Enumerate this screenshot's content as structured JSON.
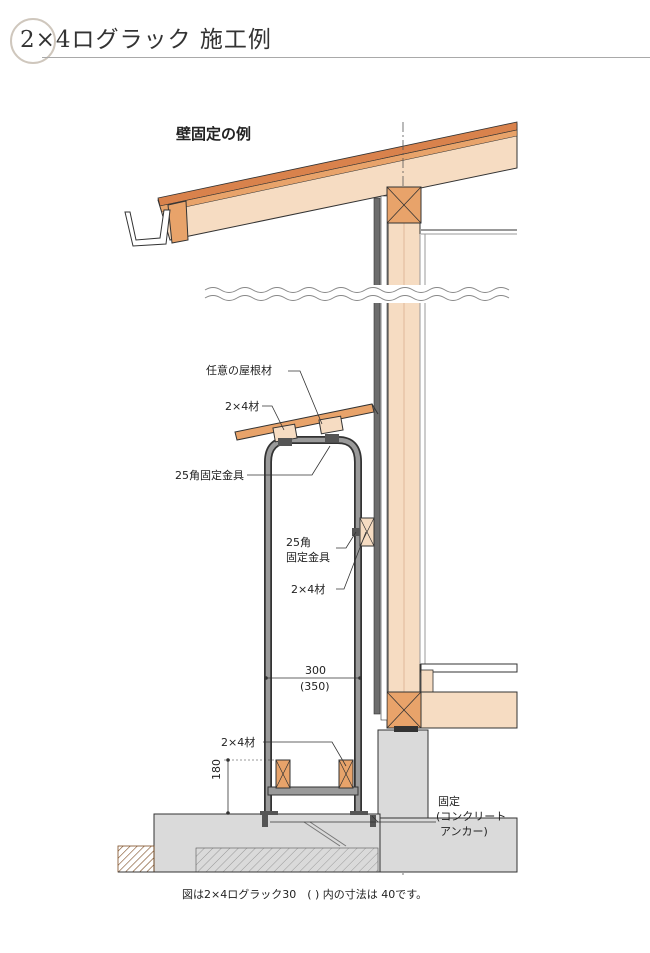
{
  "header": {
    "title": "2×4ログラック 施工例"
  },
  "subtitle": "壁固定の例",
  "labels": {
    "roof_material": "任意の屋根材",
    "lumber_top": "2×4材",
    "bracket_top": "25角固定金具",
    "bracket_side_line1": "25角",
    "bracket_side_line2": "固定金具",
    "lumber_side": "2×4材",
    "width_value": "300",
    "width_alt": "(350)",
    "lumber_bottom": "2×4材",
    "height_value": "180",
    "anchor_line1": "固定",
    "anchor_line2": "(コンクリート",
    "anchor_line3": "アンカー)"
  },
  "caption": "図は2×4ログラック30　(  ) 内の寸法は 40です。",
  "colors": {
    "wood": "#f6dcc2",
    "wood_dark": "#e8a36a",
    "roof": "#d9824c",
    "concrete": "#dadada",
    "steel": "#555555"
  }
}
